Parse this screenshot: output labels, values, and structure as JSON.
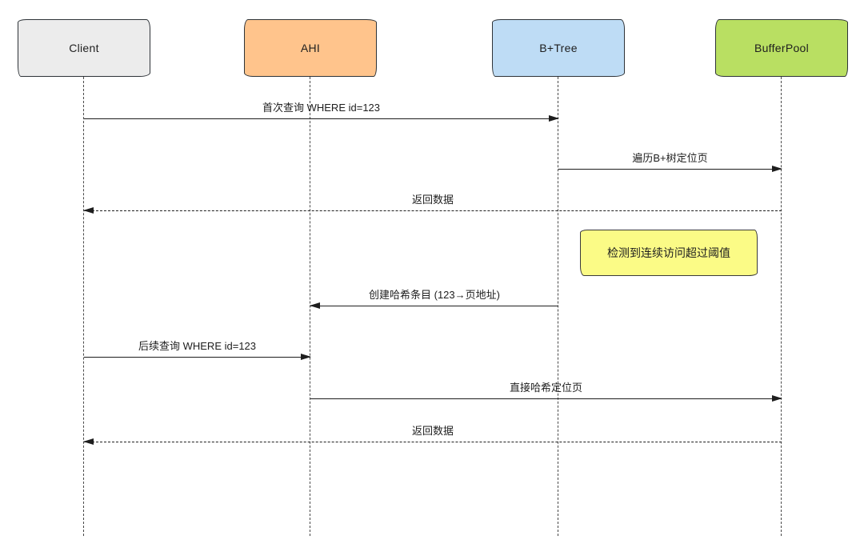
{
  "diagram": {
    "title": "Adaptive Hash Index sequence diagram",
    "colors": {
      "background": "#ffffff",
      "line": "#1e1e1e",
      "border": "#2e3338",
      "lifeline": "#4a4a4a"
    },
    "actors": [
      {
        "name": "Client",
        "fill": "#ececec"
      },
      {
        "name": "AHI",
        "fill": "#ffc48c"
      },
      {
        "name": "B+Tree",
        "fill": "#bedcf5"
      },
      {
        "name": "BufferPool",
        "fill": "#b9df62"
      }
    ],
    "messages": [
      {
        "label": "首次查询 WHERE id=123",
        "from": "Client",
        "to": "B+Tree",
        "line": "solid",
        "direction": "right"
      },
      {
        "label": "遍历B+树定位页",
        "from": "B+Tree",
        "to": "BufferPool",
        "line": "solid",
        "direction": "right"
      },
      {
        "label": "返回数据",
        "from": "BufferPool",
        "to": "Client",
        "line": "dashed",
        "direction": "left"
      },
      {
        "label": "创建哈希条目 (123→页地址)",
        "from": "B+Tree",
        "to": "AHI",
        "line": "solid",
        "direction": "left"
      },
      {
        "label": "后续查询 WHERE id=123",
        "from": "Client",
        "to": "AHI",
        "line": "solid",
        "direction": "right"
      },
      {
        "label": "直接哈希定位页",
        "from": "AHI",
        "to": "BufferPool",
        "line": "solid",
        "direction": "right"
      },
      {
        "label": "返回数据",
        "from": "BufferPool",
        "to": "Client",
        "line": "dashed",
        "direction": "left"
      }
    ],
    "note": {
      "text": "检测到连续访问超过阈值",
      "fill": "#fbfb86"
    }
  }
}
